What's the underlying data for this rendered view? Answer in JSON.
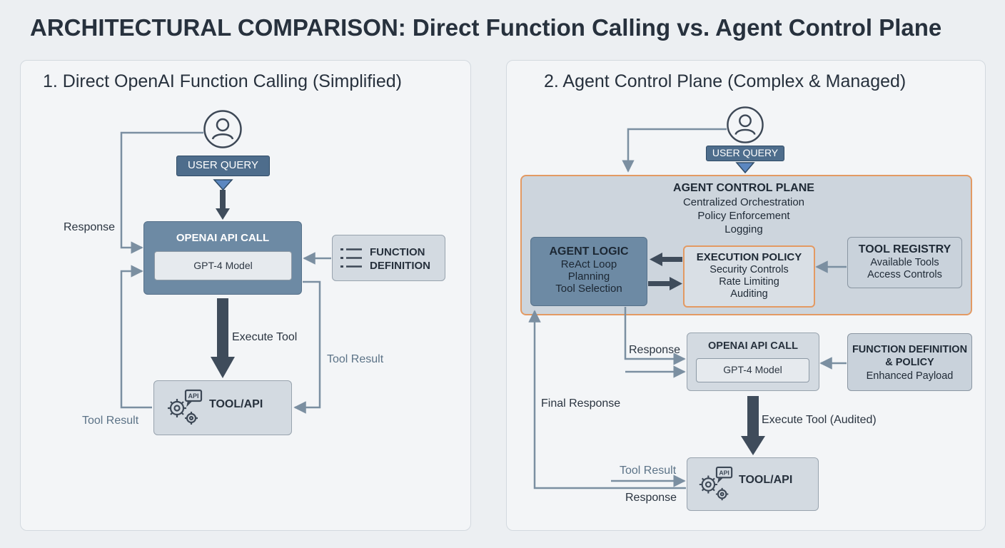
{
  "title": "ARCHITECTURAL COMPARISON: Direct Function Calling vs. Agent Control Plane",
  "left": {
    "heading": "1. Direct OpenAI Function Calling (Simplified)",
    "user_query": "USER QUERY",
    "api_call": {
      "title": "OPENAI API CALL",
      "model": "GPT-4 Model"
    },
    "function_definition": [
      "FUNCTION",
      "DEFINITION"
    ],
    "tool": "TOOL/API",
    "labels": {
      "response": "Response",
      "execute_tool": "Execute Tool",
      "tool_result_right": "Tool Result",
      "tool_result_left": "Tool Result"
    }
  },
  "right": {
    "heading": "2. Agent Control Plane (Complex & Managed)",
    "user_query": "USER QUERY",
    "control_plane": {
      "title": "AGENT CONTROL PLANE",
      "lines": [
        "Centralized Orchestration",
        "Policy Enforcement",
        "Logging"
      ]
    },
    "agent_logic": {
      "title": "AGENT LOGIC",
      "lines": [
        "ReAct Loop",
        "Planning",
        "Tool Selection"
      ]
    },
    "execution_policy": {
      "title": "EXECUTION POLICY",
      "lines": [
        "Security Controls",
        "Rate Limiting",
        "Auditing"
      ]
    },
    "tool_registry": {
      "title": "TOOL REGISTRY",
      "lines": [
        "Available Tools",
        "Access Controls"
      ]
    },
    "api_call": {
      "title": "OPENAI API CALL",
      "model": "GPT-4 Model"
    },
    "function_definition": {
      "title_lines": [
        "FUNCTION DEFINITION",
        "& POLICY"
      ],
      "subtitle": "Enhanced Payload"
    },
    "tool": "TOOL/API",
    "labels": {
      "response": "Response",
      "final_response": "Final Response",
      "execute_tool": "Execute Tool (Audited)",
      "tool_result": "Tool Result",
      "response_bottom": "Response"
    }
  },
  "icons": [
    "user-icon",
    "list-icon",
    "gears-api-icon"
  ],
  "colors": {
    "accent_orange": "#e39a63",
    "box_dark": "#6d8aa4",
    "badge": "#4e6d8c",
    "arrow_dark": "#3f4c5b",
    "connector": "#7b8fa1"
  }
}
